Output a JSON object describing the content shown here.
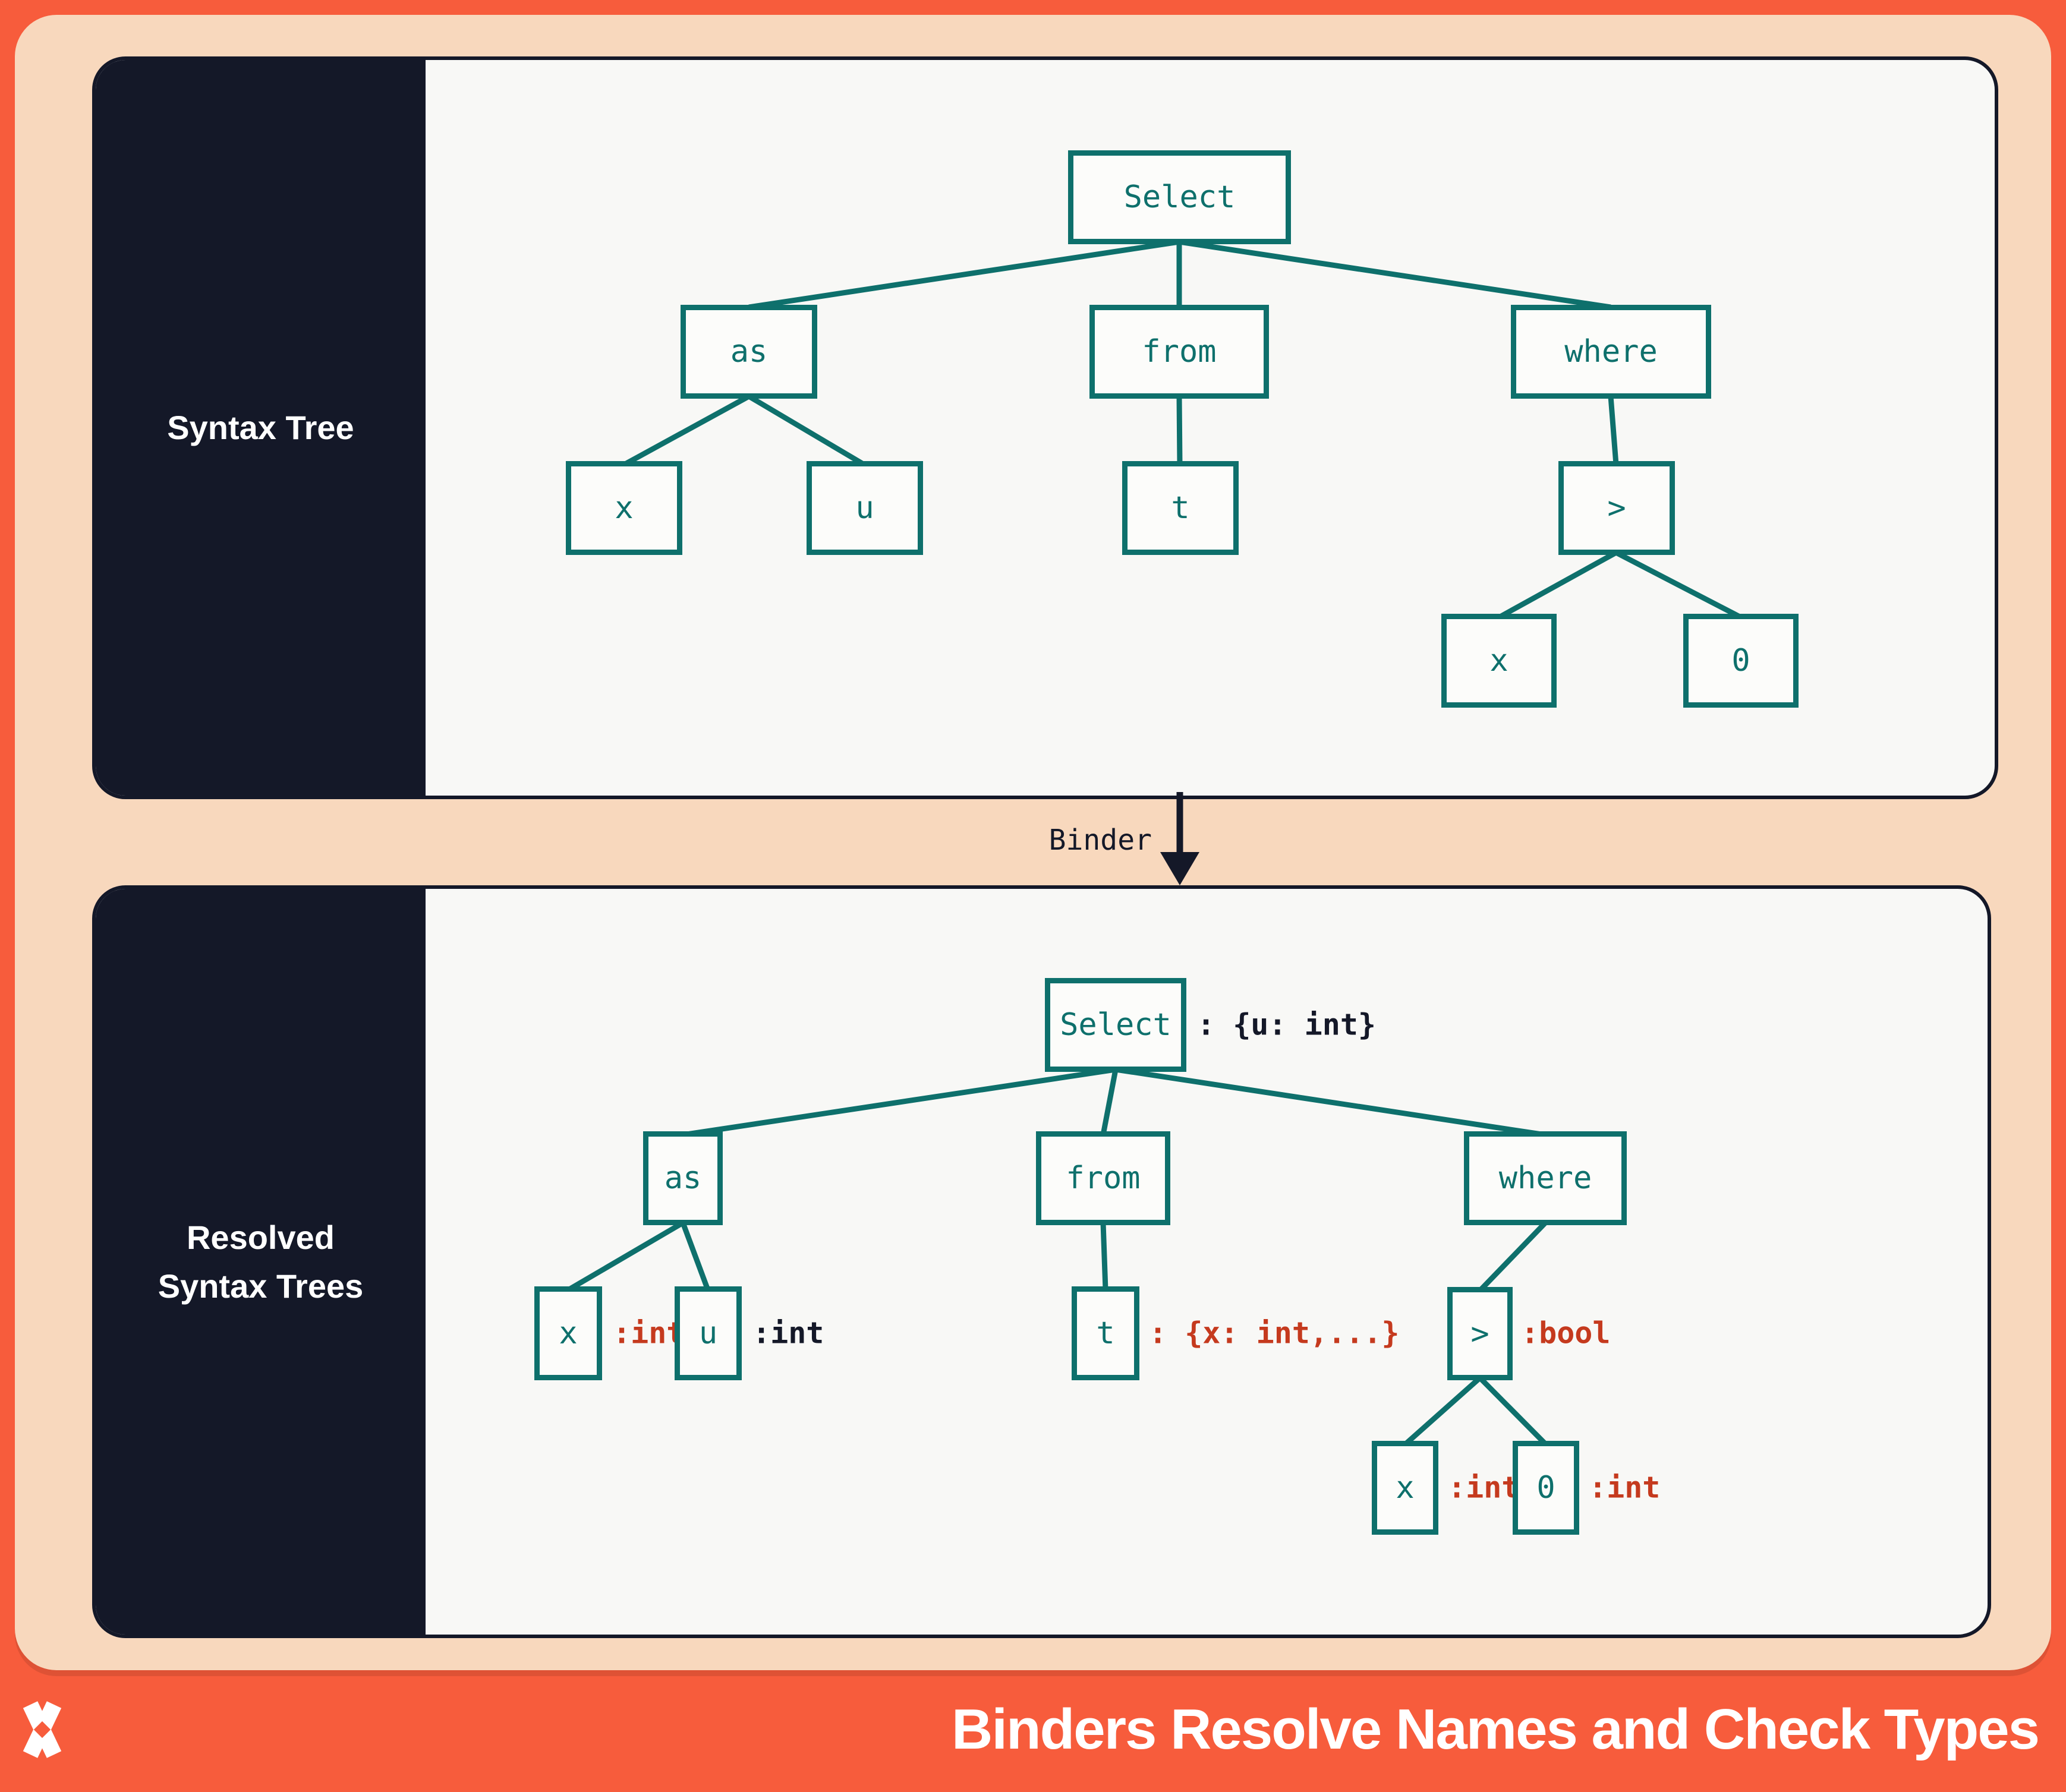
{
  "colors": {
    "orange": "#F75C3C",
    "peach": "#F8D8BD",
    "navy": "#141828",
    "teal": "#0E706C",
    "red": "#C53A1E",
    "panel_bg": "#F8F8F6",
    "node_bg": "#FCFCFA"
  },
  "panel1": {
    "label": "Syntax Tree"
  },
  "panel2": {
    "label_line1": "Resolved",
    "label_line2": "Syntax Trees"
  },
  "binder": {
    "label": "Binder"
  },
  "footer": {
    "title": "Binders Resolve Names and Check Types",
    "logo": "x-mark-logo"
  },
  "tree1": {
    "nodes": [
      {
        "id": "select",
        "label": "Select"
      },
      {
        "id": "as",
        "label": "as"
      },
      {
        "id": "from",
        "label": "from"
      },
      {
        "id": "where",
        "label": "where"
      },
      {
        "id": "x",
        "label": "x"
      },
      {
        "id": "u",
        "label": "u"
      },
      {
        "id": "t",
        "label": "t"
      },
      {
        "id": "gt",
        "label": ">"
      },
      {
        "id": "x2",
        "label": "x"
      },
      {
        "id": "zero",
        "label": "0"
      }
    ]
  },
  "tree2": {
    "nodes": [
      {
        "id": "select",
        "label": "Select",
        "annotation": ": {u: int}",
        "annotation_color": "#141828"
      },
      {
        "id": "as",
        "label": "as"
      },
      {
        "id": "from",
        "label": "from"
      },
      {
        "id": "where",
        "label": "where"
      },
      {
        "id": "x",
        "label": "x",
        "annotation": ":int",
        "annotation_color": "#C53A1E"
      },
      {
        "id": "u",
        "label": "u",
        "annotation": ":int",
        "annotation_color": "#141828"
      },
      {
        "id": "t",
        "label": "t",
        "annotation": ": {x: int,...}",
        "annotation_color": "#C53A1E"
      },
      {
        "id": "gt",
        "label": ">",
        "annotation": ":bool",
        "annotation_color": "#C53A1E"
      },
      {
        "id": "x2",
        "label": "x",
        "annotation": ":int",
        "annotation_color": "#C53A1E"
      },
      {
        "id": "zero",
        "label": "0",
        "annotation": ":int",
        "annotation_color": "#C53A1E"
      }
    ]
  }
}
